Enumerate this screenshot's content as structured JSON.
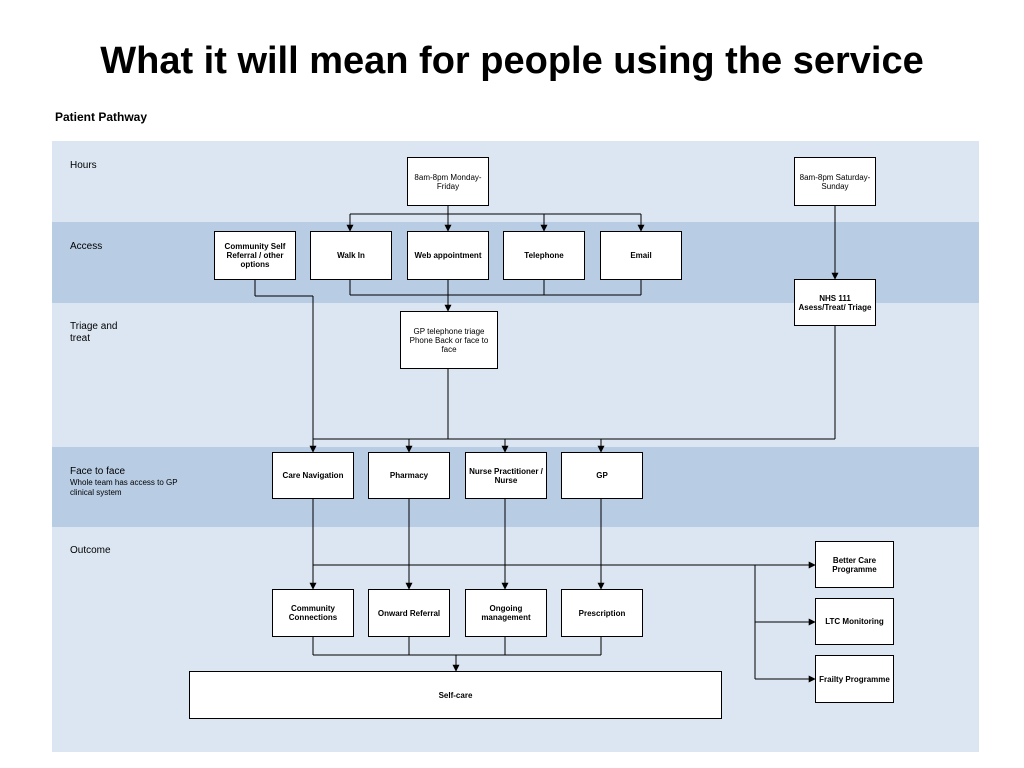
{
  "title": "What it will mean for people using the service",
  "subtitle": "Patient Pathway",
  "bands": {
    "hours": "Hours",
    "access": "Access",
    "triage": "Triage and treat",
    "face": "Face to face",
    "face_sub": "Whole team has access to GP clinical system",
    "outcome": "Outcome"
  },
  "boxes": {
    "weekday": "8am-8pm Monday-Friday",
    "weekend": "8am-8pm Saturday-Sunday",
    "community_self_referral": "Community Self Referral / other options",
    "walk_in": "Walk In",
    "web_appointment": "Web appointment",
    "telephone": "Telephone",
    "email": "Email",
    "nhs111": "NHS 111 Asess/Treat/ Triage",
    "gp_triage": "GP telephone triage Phone Back or face to face",
    "care_navigation": "Care Navigation",
    "pharmacy": "Pharmacy",
    "nurse": "Nurse Practitioner / Nurse",
    "gp": "GP",
    "community_connections": "Community Connections",
    "onward_referral": "Onward Referral",
    "ongoing_management": "Ongoing management",
    "prescription": "Prescription",
    "self_care": "Self-care",
    "better_care": "Better Care Programme",
    "ltc_monitoring": "LTC Monitoring",
    "frailty": "Frailty Programme"
  },
  "colors": {
    "band_light": "#dce6f2",
    "band_dark": "#b8cce4"
  }
}
